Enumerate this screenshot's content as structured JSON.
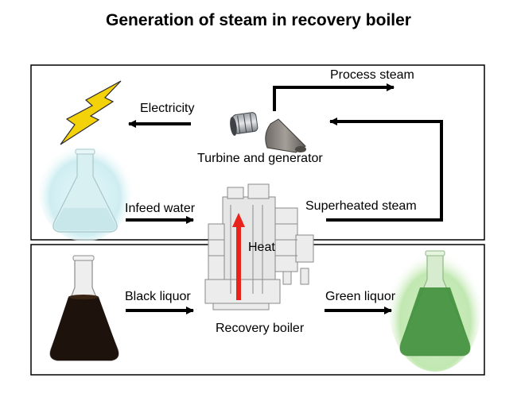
{
  "title": "Generation of steam in recovery boiler",
  "labels": {
    "electricity": "Electricity",
    "process_steam": "Process steam",
    "turbine_generator": "Turbine and generator",
    "infeed_water": "Infeed water",
    "superheated_steam": "Superheated steam",
    "heat": "Heat",
    "black_liquor": "Black liquor",
    "green_liquor": "Green liquor",
    "recovery_boiler": "Recovery boiler"
  },
  "colors": {
    "heat_arrow": "#e8231c",
    "lightning": "#f4d20a",
    "water_glow": "#bfe8ee",
    "black_liquor": "#1d120c",
    "green_liquor": "#3f8f3a",
    "green_glow": "#b9e6a8"
  }
}
